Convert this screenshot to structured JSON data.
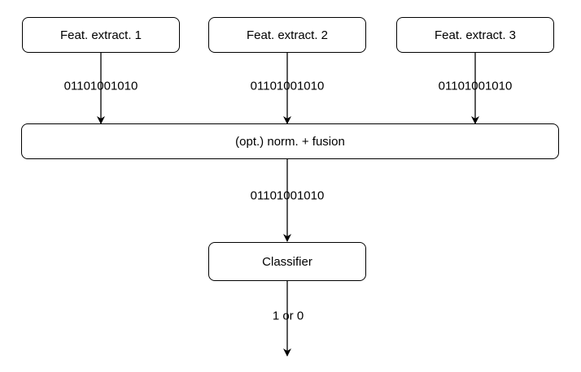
{
  "extractors": [
    {
      "label": "Feat. extract. 1",
      "output": "01101001010"
    },
    {
      "label": "Feat. extract. 2",
      "output": "01101001010"
    },
    {
      "label": "Feat. extract. 3",
      "output": "01101001010"
    }
  ],
  "fusion": {
    "label": "(opt.) norm. + fusion",
    "output": "01101001010"
  },
  "classifier": {
    "label": "Classifier",
    "output": "1 or 0"
  }
}
